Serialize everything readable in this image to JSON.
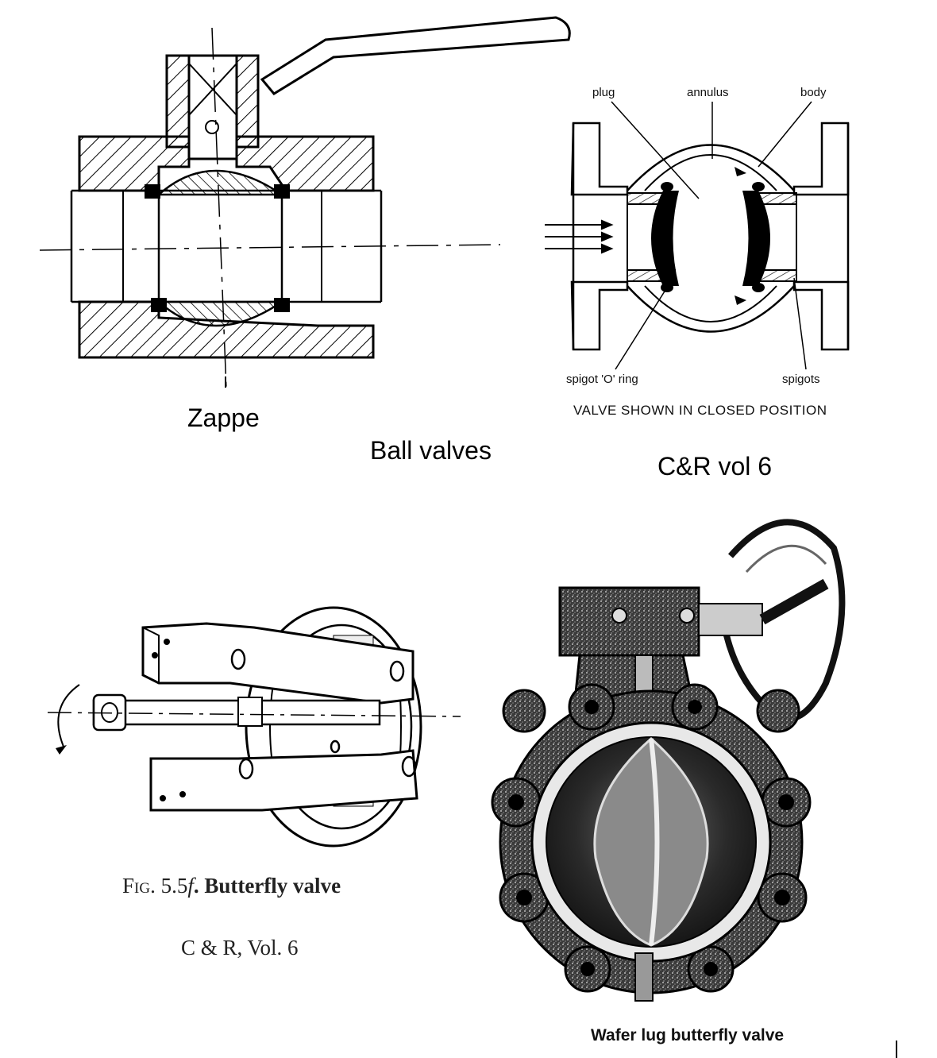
{
  "title": "Ball valves",
  "zappe": {
    "caption": "Zappe"
  },
  "cr_ball": {
    "labels": {
      "plug": "plug",
      "annulus": "annulus",
      "body": "body",
      "spigot_o_ring": "spigot 'O' ring",
      "spigots": "spigots"
    },
    "note": "VALVE SHOWN IN CLOSED POSITION",
    "source": "C&R vol 6"
  },
  "butterfly": {
    "fig_prefix": "Fig. 5.5",
    "fig_italic": "f",
    "fig_name": ". Butterfly valve",
    "source": "C & R, Vol. 6"
  },
  "wafer": {
    "caption": "Wafer lug butterfly valve"
  }
}
